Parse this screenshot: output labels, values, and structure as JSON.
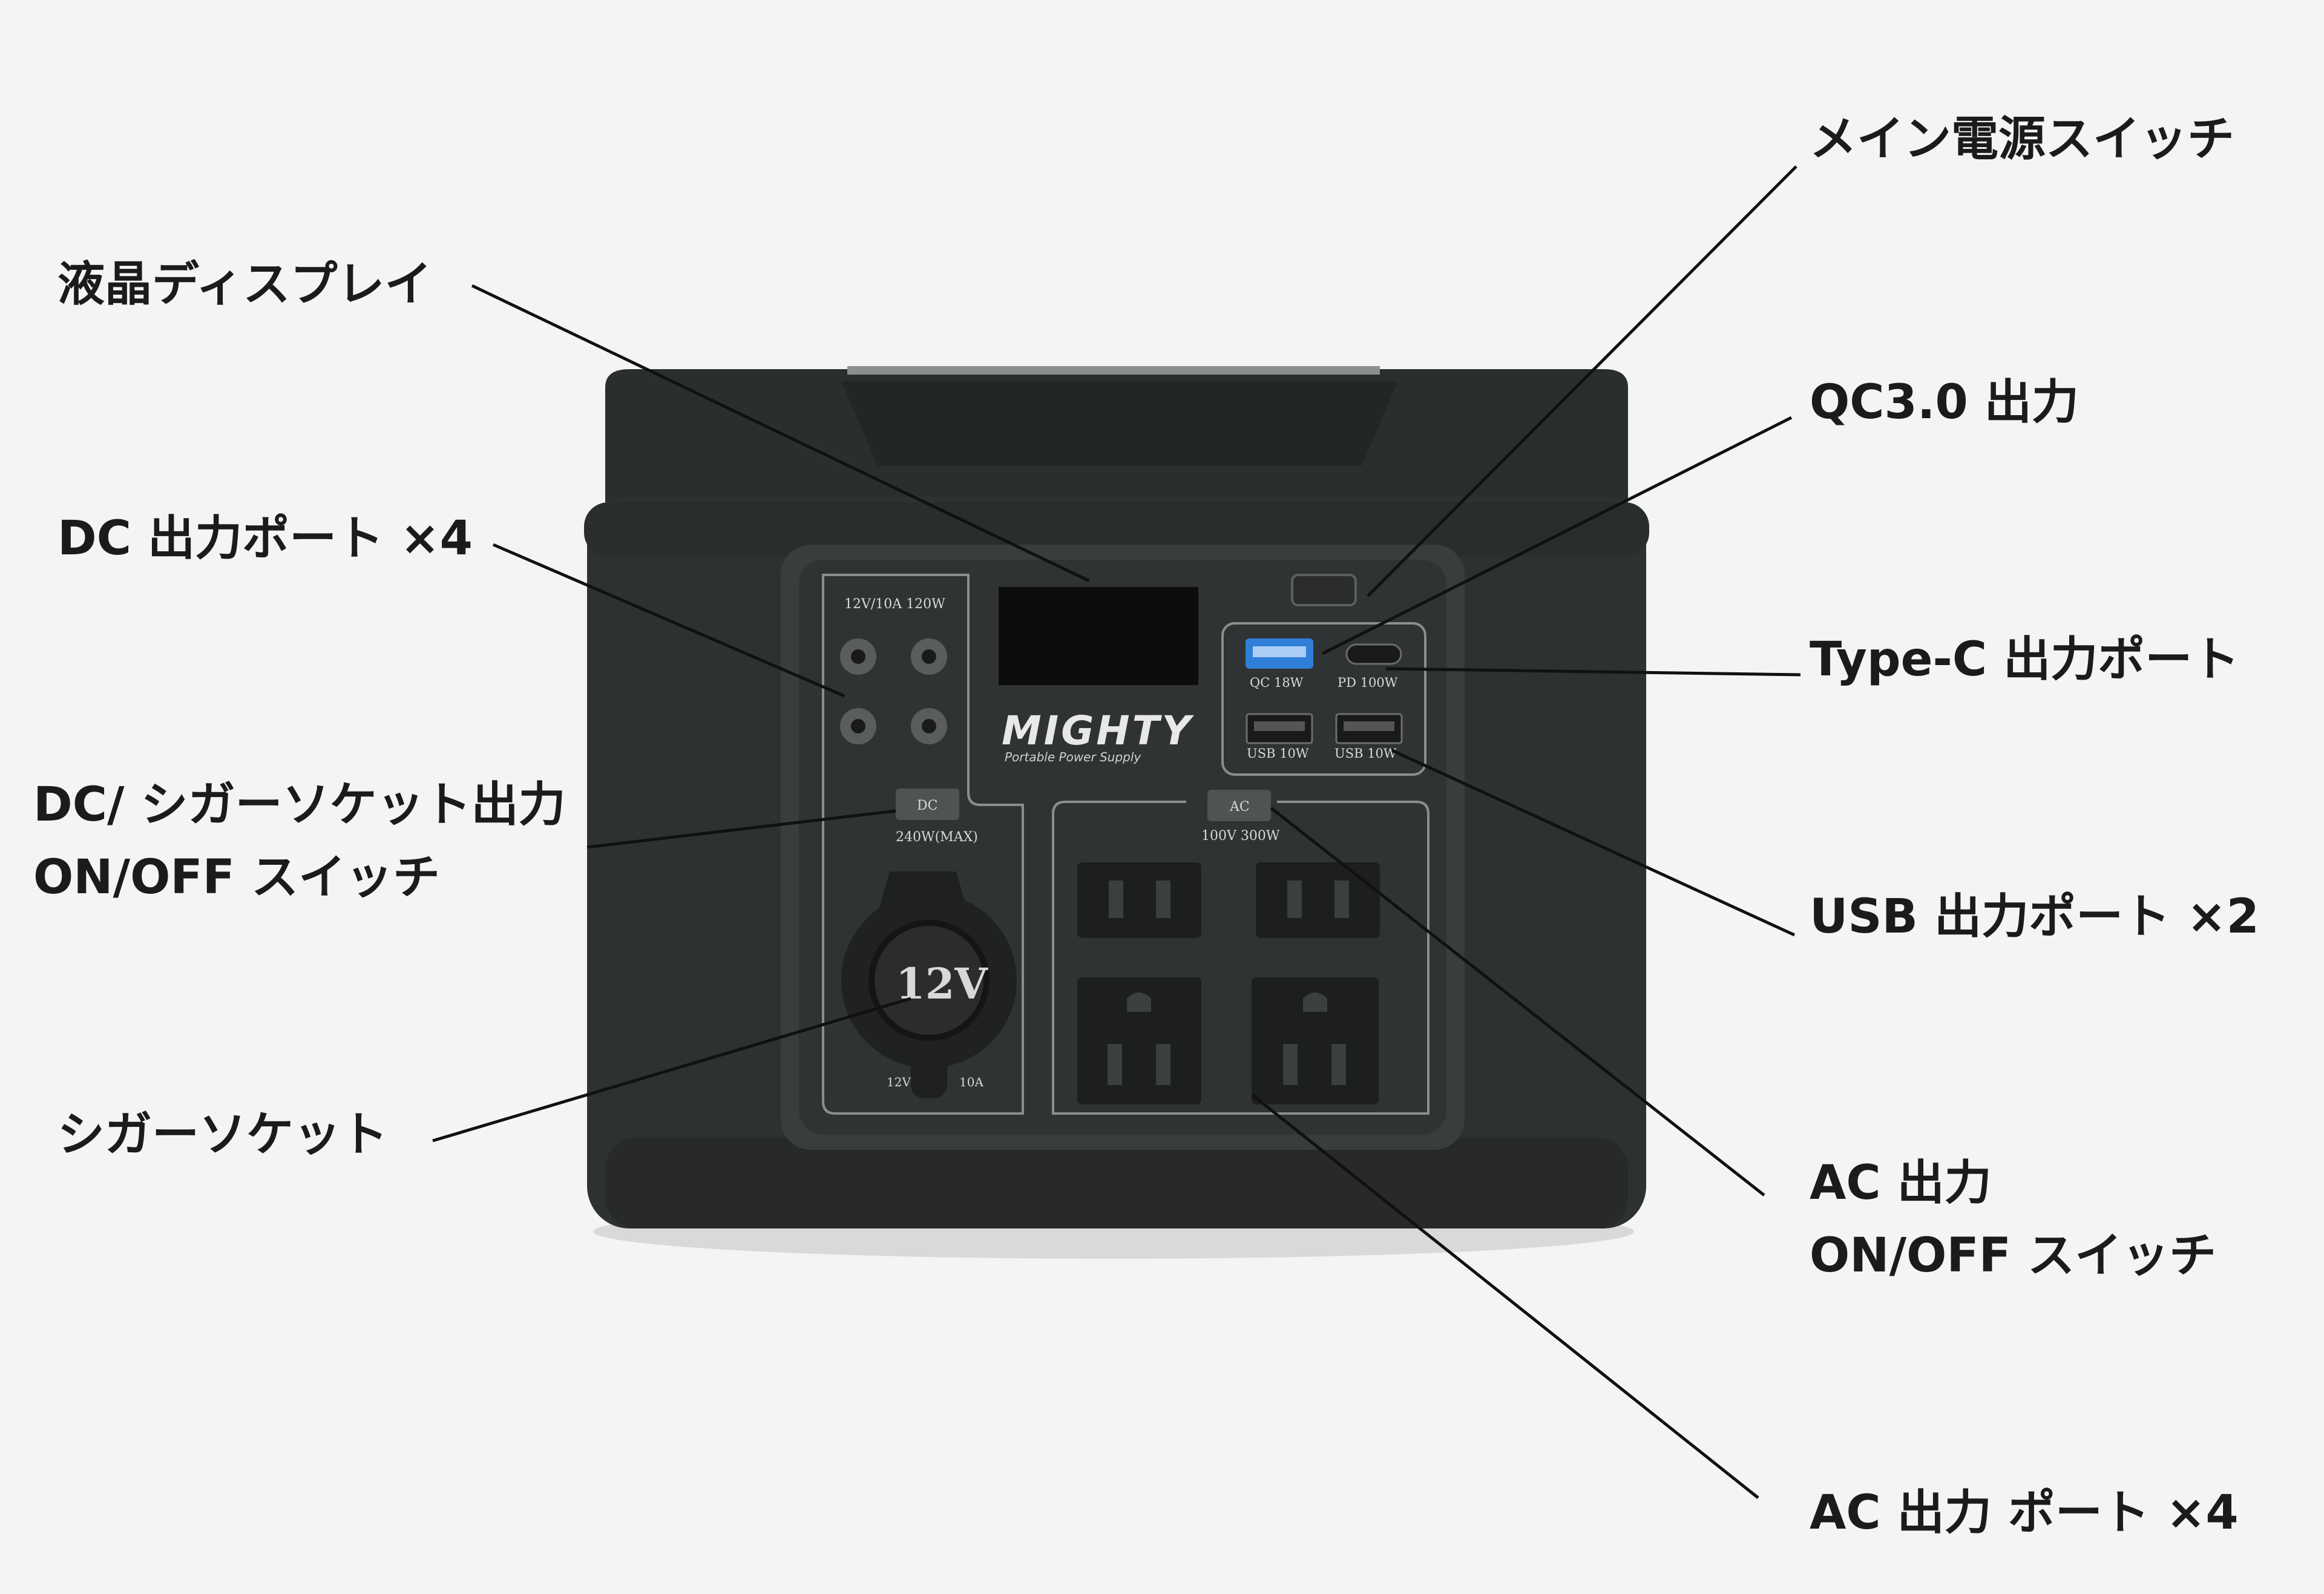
{
  "callouts": {
    "main_power_switch": "メイン電源スイッチ",
    "lcd_display": "液晶ディスプレイ",
    "qc30_output": "QC3.0 出力",
    "dc_output_ports": "DC 出力ポート ×4",
    "type_c_output_port": "Type-C 出力ポート",
    "dc_cigar_switch_line1": "DC/ シガーソケット出力",
    "dc_cigar_switch_line2": "ON/OFF スイッチ",
    "usb_output_ports": "USB 出力ポート ×2",
    "cigar_socket": "シガーソケット",
    "ac_switch_line1": "AC 出力",
    "ac_switch_line2": "ON/OFF スイッチ",
    "ac_output_ports": "AC 出力 ポート ×4"
  },
  "device": {
    "brand": "MIGHTY",
    "brand_sub": "Portable Power Supply",
    "dc_rating": "12V/10A 120W",
    "dc_switch_rating": "240W(MAX)",
    "cigar_rating_left": "12V",
    "cigar_rating_right": "10A",
    "cigar_label": "12V",
    "qc_label": "QC 18W",
    "pd_label": "PD 100W",
    "usb1_label": "USB 10W",
    "usb2_label": "USB 10W",
    "dc_button_label": "DC",
    "ac_button_label": "AC",
    "ac_rating": "100V 300W"
  },
  "colors": {
    "background": "#f4f4f4",
    "body": "#2e3132",
    "panel": "#3a3d3e",
    "label_text": "#1b1b1b",
    "leader_line": "#111111",
    "usb_qc_blue": "#2f7fd8"
  }
}
